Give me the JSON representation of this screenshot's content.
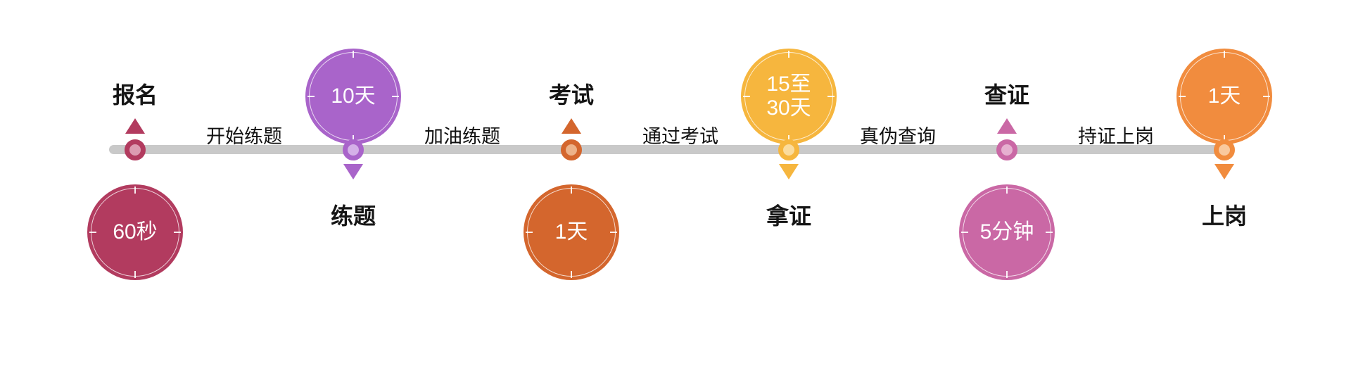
{
  "timeline": {
    "line_color": "#c9c9c9",
    "milestones": [
      {
        "label": "报名",
        "duration": "60秒",
        "duration_lines": [
          "60秒"
        ],
        "color": "#b23b5f",
        "tint": "#dc9cb1",
        "label_position": "top"
      },
      {
        "label": "练题",
        "duration": "10天",
        "duration_lines": [
          "10天"
        ],
        "color": "#a964ca",
        "tint": "#d4b0e8",
        "label_position": "bottom"
      },
      {
        "label": "考试",
        "duration": "1天",
        "duration_lines": [
          "1天"
        ],
        "color": "#d4662d",
        "tint": "#edb289",
        "label_position": "top"
      },
      {
        "label": "拿证",
        "duration": "15至30天",
        "duration_lines": [
          "15至",
          "30天"
        ],
        "color": "#f6b63e",
        "tint": "#fbdc9d",
        "label_position": "bottom"
      },
      {
        "label": "查证",
        "duration": "5分钟",
        "duration_lines": [
          "5分钟"
        ],
        "color": "#ca68a5",
        "tint": "#e6b0d0",
        "label_position": "top"
      },
      {
        "label": "上岗",
        "duration": "1天",
        "duration_lines": [
          "1天"
        ],
        "color": "#f18c3e",
        "tint": "#f9c99e",
        "label_position": "bottom"
      }
    ],
    "segments": [
      "开始练题",
      "加油练题",
      "通过考试",
      "真伪查询",
      "持证上岗"
    ]
  }
}
